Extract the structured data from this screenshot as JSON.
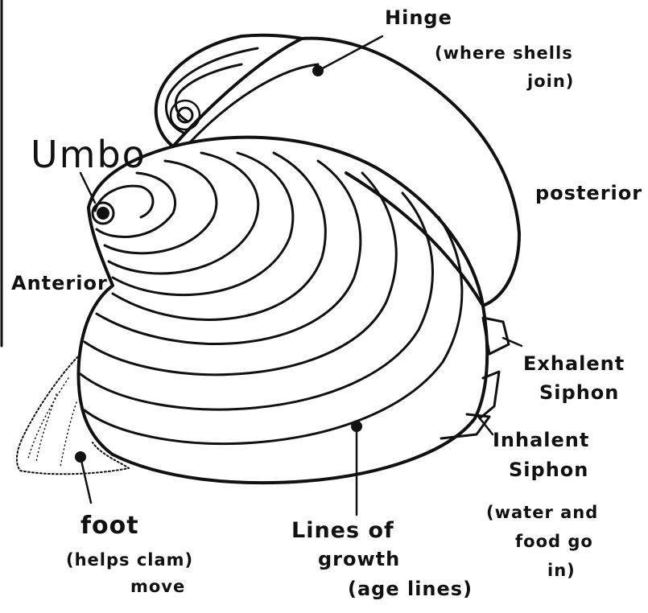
{
  "diagram": {
    "labels": {
      "hinge": "Hinge",
      "hinge_note_1": "(where shells",
      "hinge_note_2": "join)",
      "umbo": "Umbo",
      "posterior": "posterior",
      "anterior": "Anterior",
      "exhalent_1": "Exhalent",
      "exhalent_2": "Siphon",
      "inhalent_1": "Inhalent",
      "inhalent_2": "Siphon",
      "inhalent_note_1": "(water and",
      "inhalent_note_2": "food go",
      "inhalent_note_3": "in)",
      "foot": "foot",
      "foot_note_1": "(helps clam)",
      "foot_note_2": "move",
      "growth_1": "Lines of",
      "growth_2": "growth",
      "growth_3": "(age lines)"
    },
    "colors": {
      "ink": "#111111",
      "paper": "#ffffff"
    }
  }
}
